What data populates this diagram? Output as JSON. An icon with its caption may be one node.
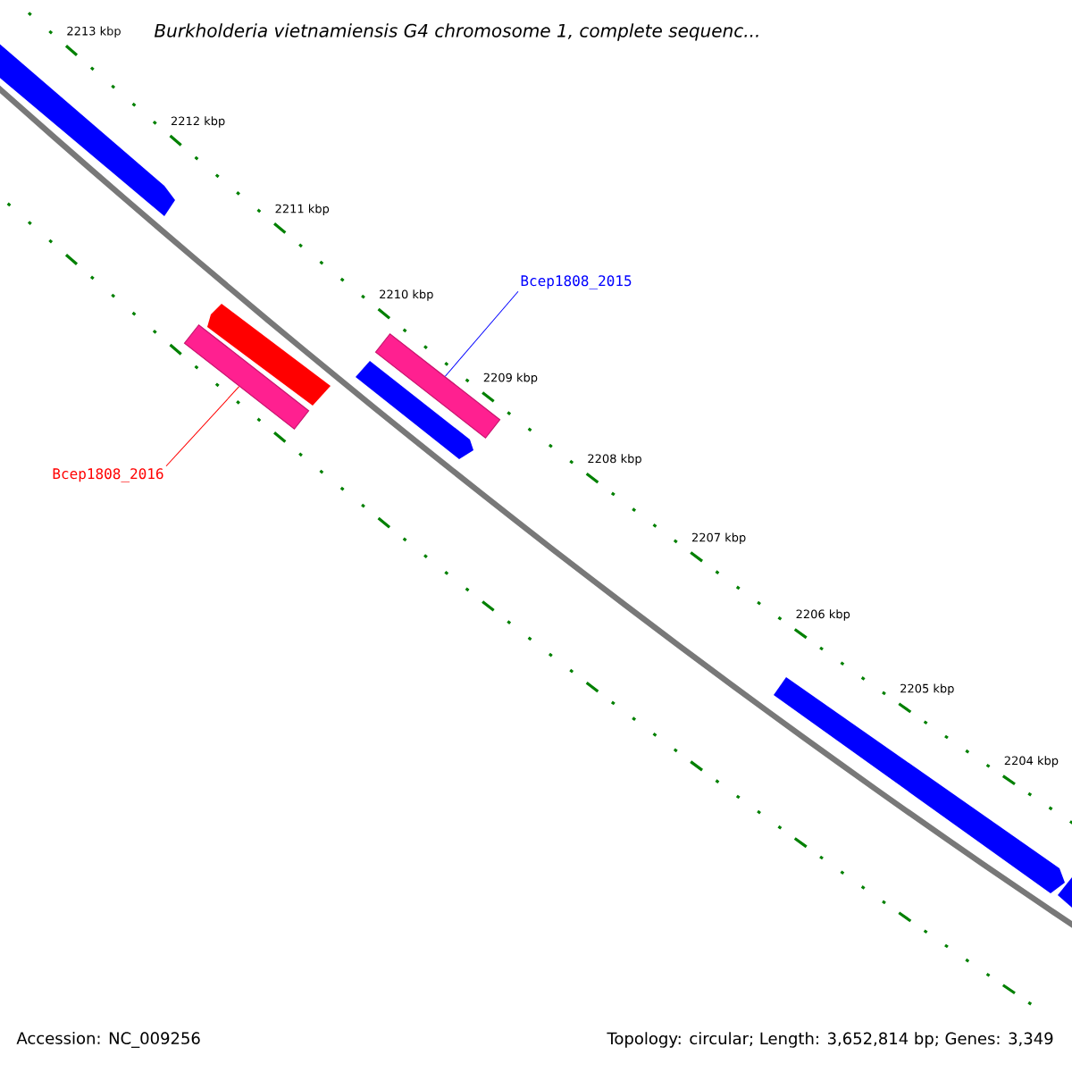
{
  "diagram": {
    "title": "Burkholderia vietnamiensis G4 chromosome 1, complete sequenc...",
    "nodes": [
      {
        "text": [
          "Bcep1808_2015"
        ]
      },
      {
        "text": [],
        "shape": "bar"
      },
      {
        "text": [
          "Bcep1808_2016"
        ]
      },
      {
        "text": [],
        "shape": "bar"
      }
    ],
    "edges": [
      {
        "from": 0,
        "to": 3,
        "arrow": "none",
        "color": "#0000ff"
      },
      {
        "from": 2,
        "to": 1,
        "arrow": "none",
        "color": "#ff0000"
      }
    ],
    "labels": [
      "2213 kbp",
      "2212 kbp",
      "2211 kbp",
      "2210 kbp",
      "2209 kbp",
      "2208 kbp",
      "2207 kbp",
      "2206 kbp",
      "2205 kbp",
      "2204 kbp",
      "Accession: NC_009256",
      "Topology: circular; Length: 3,652,814 bp; Genes: 3,349"
    ]
  }
}
